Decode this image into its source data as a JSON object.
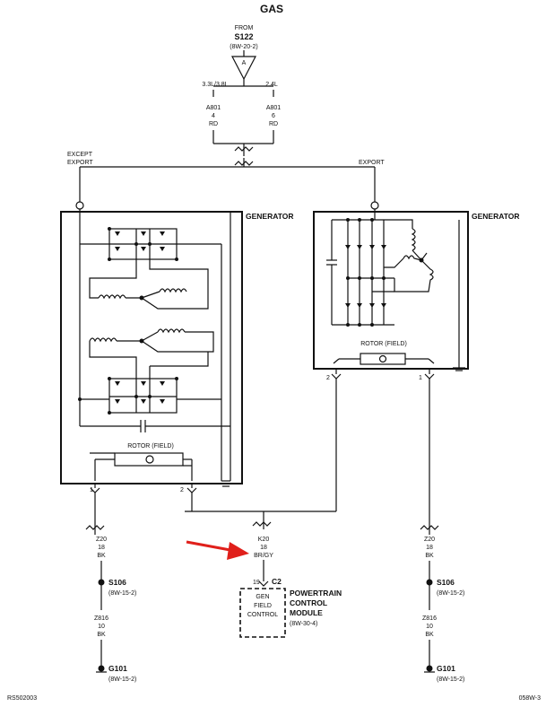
{
  "title": "GAS",
  "source": {
    "from": "FROM",
    "splice": "S122",
    "ref": "(8W-20-2)",
    "connector_letter": "A"
  },
  "branches": {
    "left": {
      "engine": "3.3L/3.8L",
      "circuit": "A801",
      "gauge": "4",
      "color": "RD"
    },
    "right": {
      "engine": "2.4L",
      "circuit": "A801",
      "gauge": "6",
      "color": "RD"
    }
  },
  "export_labels": {
    "except_line1": "EXCEPT",
    "except_line2": "EXPORT",
    "export": "EXPORT"
  },
  "generators": {
    "left": {
      "label": "GENERATOR",
      "rotor_label": "ROTOR (FIELD)",
      "pin1": "1",
      "pin2": "2"
    },
    "right": {
      "label": "GENERATOR",
      "rotor_label": "ROTOR (FIELD)",
      "pin1": "1",
      "pin2": "2"
    }
  },
  "left_ground": {
    "circuit": "Z20",
    "gauge": "18",
    "color": "BK",
    "splice": "S106",
    "splice_ref": "(8W-15-2)",
    "circuit2": "Z816",
    "gauge2": "10",
    "color2": "BK",
    "ground": "G101",
    "ground_ref": "(8W-15-2)"
  },
  "right_ground": {
    "circuit": "Z20",
    "gauge": "18",
    "color": "BK",
    "splice": "S106",
    "splice_ref": "(8W-15-2)",
    "circuit2": "Z816",
    "gauge2": "10",
    "color2": "BK",
    "ground": "G101",
    "ground_ref": "(8W-15-2)"
  },
  "field_circuit": {
    "circuit": "K20",
    "gauge": "18",
    "color": "BR/GY"
  },
  "pcm": {
    "pin": "19",
    "connector": "C2",
    "line1": "POWERTRAIN",
    "line2": "CONTROL",
    "line3": "MODULE",
    "ref": "(8W-30-4)",
    "box_line1": "GEN",
    "box_line2": "FIELD",
    "box_line3": "CONTROL"
  },
  "footer": {
    "left": "RS502003",
    "right": "058W-3"
  },
  "colors": {
    "line": "#111111",
    "arrow": "#e0201b",
    "background": "#ffffff"
  }
}
